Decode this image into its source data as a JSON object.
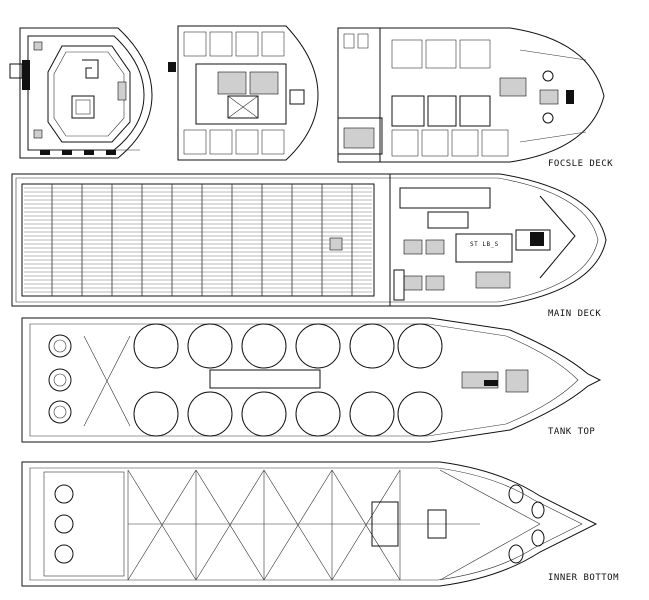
{
  "deck_labels": {
    "focsle": "FOCSLE DECK",
    "main": "MAIN DECK",
    "tank_top": "TANK TOP",
    "inner_bottom": "INNER BOTTOM"
  },
  "annotations": {
    "main_deck_room": "ST LB_S"
  },
  "colors": {
    "line": "#111111",
    "background": "#ffffff"
  }
}
